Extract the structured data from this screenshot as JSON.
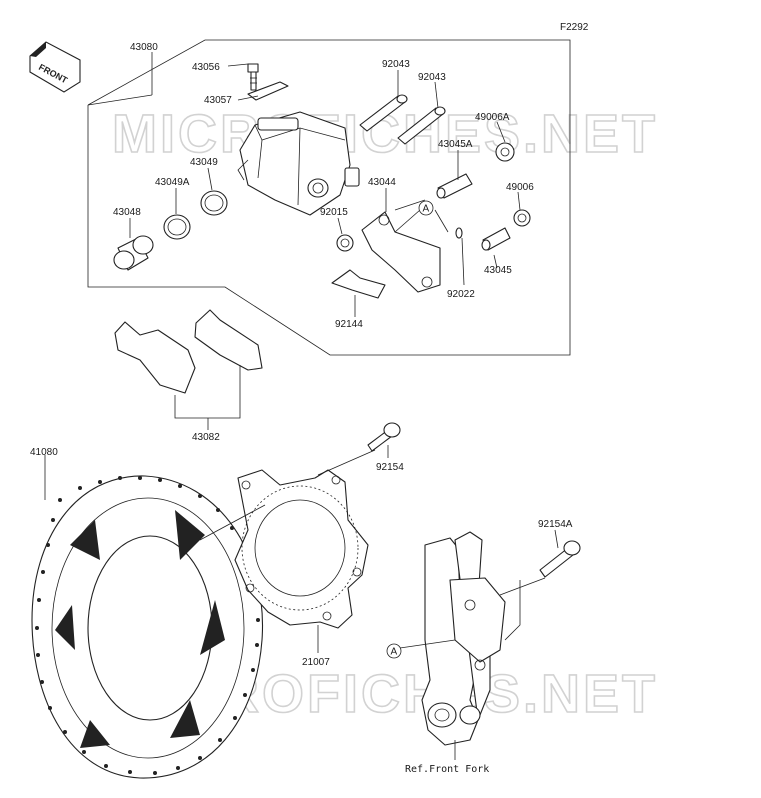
{
  "diagram_code": "F2292",
  "front_badge": "FRONT",
  "watermark_top": "MICROFICHES.NET",
  "watermark_bottom": "MICROFICHES.NET",
  "parts": {
    "p43080": "43080",
    "p43056": "43056",
    "p43057": "43057",
    "p92043a": "92043",
    "p92043b": "92043",
    "p49006A": "49006A",
    "p43045A": "43045A",
    "p43049": "43049",
    "p43049A": "43049A",
    "p43044": "43044",
    "p49006": "49006",
    "p43048": "43048",
    "p92015": "92015",
    "p43045": "43045",
    "p92022": "92022",
    "p92144": "92144",
    "p43082": "43082",
    "p41080": "41080",
    "p92154": "92154",
    "p92154A": "92154A",
    "p21007": "21007"
  },
  "ref_marker_a1": "A",
  "ref_marker_a2": "A",
  "ref_front_fork": "Ref.Front Fork"
}
